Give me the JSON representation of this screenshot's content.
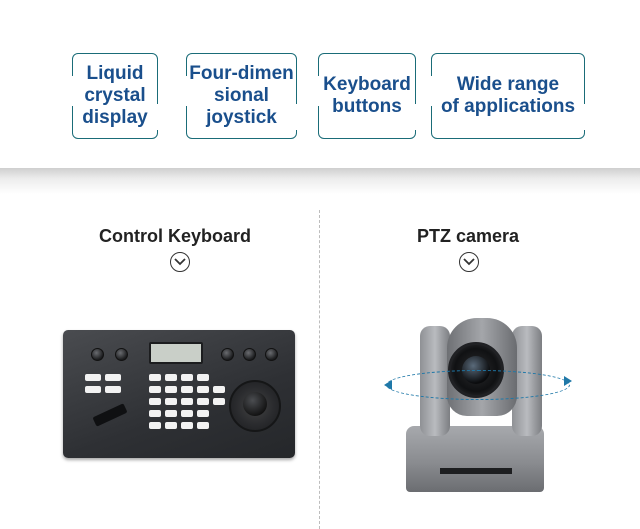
{
  "features": [
    {
      "label": "Liquid\ncrystal\ndisplay"
    },
    {
      "label": "Four-dimen\nsional\njoystick"
    },
    {
      "label": "Keyboard\nbuttons"
    },
    {
      "label": "Wide range\n of applications"
    }
  ],
  "products": {
    "left_title": "Control Keyboard",
    "right_title": "PTZ camera"
  },
  "colors": {
    "feature_text": "#1a4f8c",
    "feature_border": "#1a6c78",
    "orbit": "#1f78a8"
  },
  "icons": {
    "chevron": "chevron-down-circle-icon"
  }
}
